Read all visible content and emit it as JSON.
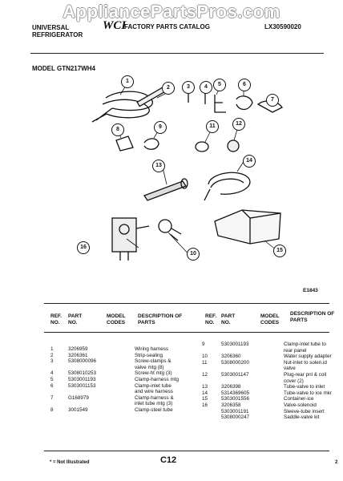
{
  "watermark": "AppliancePartsPros.com",
  "header": {
    "brand_line1": "UNIVERSAL",
    "brand_line2": "REFRIGERATOR",
    "catalog_title": "FACTORY PARTS CATALOG",
    "catalog_no": "LX30590020",
    "model_label": "MODEL GTN217WH4"
  },
  "figure_no": "E1843",
  "callouts": [
    "1",
    "2",
    "3",
    "4",
    "5",
    "6",
    "7",
    "8",
    "9",
    "10",
    "11",
    "12",
    "13",
    "14",
    "15",
    "16"
  ],
  "table": {
    "headers": {
      "ref": "REF. NO.",
      "part": "PART NO.",
      "model": "MODEL CODES",
      "desc": "DESCRIPTION OF PARTS"
    },
    "left_rows": [
      {
        "ref": "1",
        "part": "3206959",
        "desc": "Wiring harness"
      },
      {
        "ref": "2",
        "part": "3206361",
        "desc": "Strip-sealing"
      },
      {
        "ref": "3",
        "part": "5308000096",
        "desc": "Screw-clamps &"
      },
      {
        "ref": "",
        "part": "",
        "desc": "valve mtg (8)"
      },
      {
        "ref": "4",
        "part": "5308010253",
        "desc": "Screw-ht mtg (3)"
      },
      {
        "ref": "5",
        "part": "5303001193",
        "desc": "Clamp-harness mtg"
      },
      {
        "ref": "6",
        "part": "5303001153",
        "desc": "Clamp-inlet tube"
      },
      {
        "ref": "",
        "part": "",
        "desc": "and wire harness"
      },
      {
        "ref": "7",
        "part": "G168979",
        "desc": "Clamp-harness &"
      },
      {
        "ref": "",
        "part": "",
        "desc": "inlet tube mtg (3)"
      },
      {
        "ref": "8",
        "part": "3001549",
        "desc": "Clamp-steel tube"
      }
    ],
    "right_rows": [
      {
        "ref": "9",
        "part": "5303001193",
        "desc": "Clamp-inlet tube to"
      },
      {
        "ref": "",
        "part": "",
        "desc": "rear panel"
      },
      {
        "ref": "10",
        "part": "3206360",
        "desc": "Water supply adapter"
      },
      {
        "ref": "11",
        "part": "5308000200",
        "desc": "Nut-inlet to solen.id"
      },
      {
        "ref": "",
        "part": "",
        "desc": "valve"
      },
      {
        "ref": "12",
        "part": "5303001147",
        "desc": "Plug-rear pnl & coil"
      },
      {
        "ref": "",
        "part": "",
        "desc": "cover (2)"
      },
      {
        "ref": "13",
        "part": "3206398",
        "desc": "Tube-valve to inlet"
      },
      {
        "ref": "14",
        "part": "5314369605",
        "desc": "Tube-valve to ice mkr"
      },
      {
        "ref": "15",
        "part": "5303001556",
        "desc": "Container-ice"
      },
      {
        "ref": "16",
        "part": "3206358",
        "desc": "Valve-solenoid"
      },
      {
        "ref": "",
        "part": "5303001191",
        "desc": "Sleeve-tube insert"
      },
      {
        "ref": "",
        "part": "5308000247",
        "desc": "Saddle-valve kit"
      }
    ]
  },
  "footnote": "* = Not Illustrated",
  "page_code": "C12",
  "page_right": "2"
}
